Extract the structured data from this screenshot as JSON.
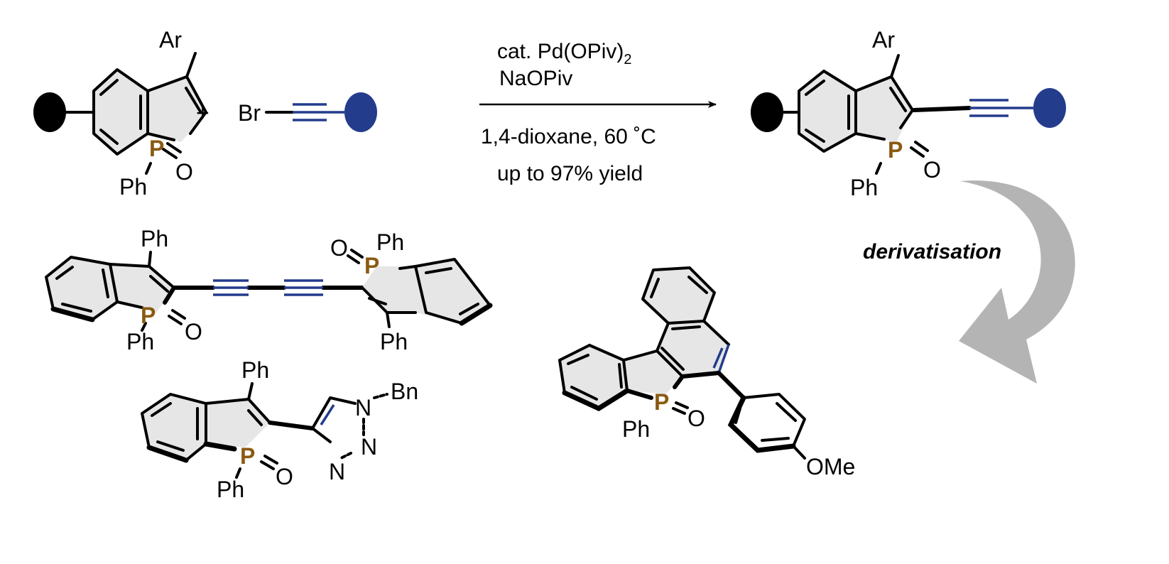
{
  "reactant": {
    "substituent": "Ar",
    "phosphorus": "P",
    "oxide": "O",
    "phenyl": "Ph"
  },
  "plus": "+",
  "bromoalkyne": {
    "halogen": "Br"
  },
  "conditions": {
    "catalyst": "cat. Pd(OPiv)",
    "catalyst_subscript": "2",
    "base": "NaOPiv",
    "solvent_temp": "1,4-dioxane, 60 ˚C",
    "yield": "up to 97% yield"
  },
  "product": {
    "substituent": "Ar",
    "phosphorus": "P",
    "oxide": "O",
    "phenyl": "Ph"
  },
  "derivatisation_label": "derivatisation",
  "diyne": {
    "ph_top_left": "Ph",
    "p_left": "P",
    "o_left": "O",
    "ph_bottom_left": "Ph",
    "o_right": "O",
    "p_right": "P",
    "ph_top_right": "Ph",
    "ph_bottom_right": "Ph"
  },
  "triazole": {
    "ph_top": "Ph",
    "p": "P",
    "o": "O",
    "ph_bottom": "Ph",
    "n1": "N",
    "bn": "Bn",
    "n2": "N",
    "n3": "N"
  },
  "fused": {
    "p": "P",
    "o": "O",
    "ph": "Ph",
    "ome": "OMe"
  },
  "colors": {
    "phosphorus": "#8a5a12",
    "alkyne_blue": "#233c8c",
    "ring_fill": "#e6e6e6",
    "arrow_gray": "#b4b4b4"
  }
}
